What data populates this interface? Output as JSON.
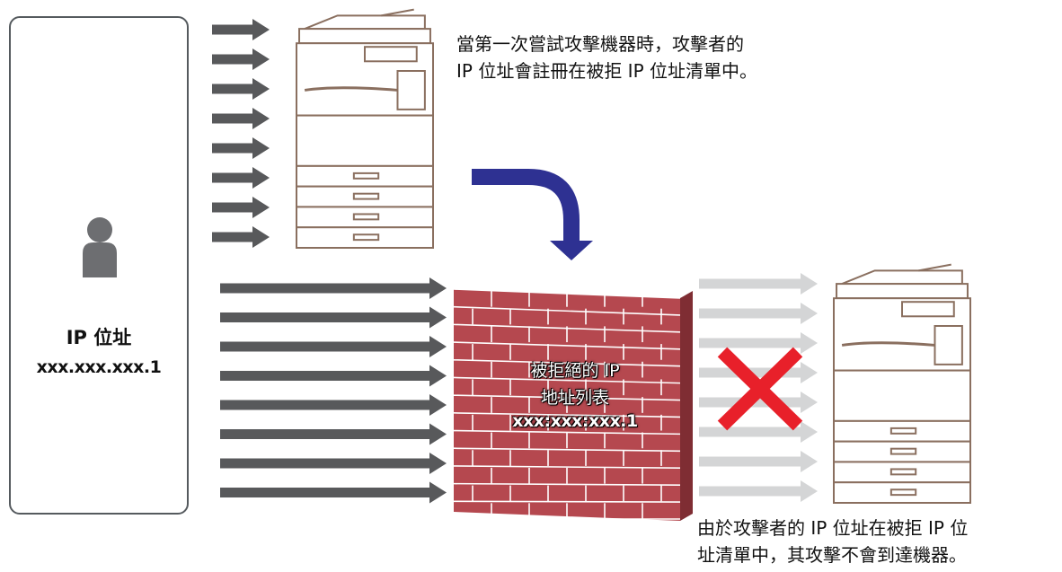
{
  "attacker": {
    "ip_label": "IP 位址",
    "ip_address": "xxx.xxx.xxx.1"
  },
  "notes": {
    "first_attempt_line1": "當第一次嘗試攻擊機器時，攻擊者的",
    "first_attempt_line2": "IP 位址會註冊在被拒 IP 位址清單中。",
    "blocked_line1": "由於攻擊者的 IP 位址在被拒 IP 位",
    "blocked_line2": "址清單中，其攻擊不會到達機器。"
  },
  "firewall": {
    "line1": "被拒絕的 IP",
    "line2": "地址列表",
    "line3": "xxx:xxx:xxx.1"
  },
  "colors": {
    "arrow_dark": "#58595b",
    "arrow_light": "#d4d5d6",
    "brick": "#b5484f",
    "turn_arrow": "#2e3192",
    "blocked_x": "#e8202a"
  }
}
